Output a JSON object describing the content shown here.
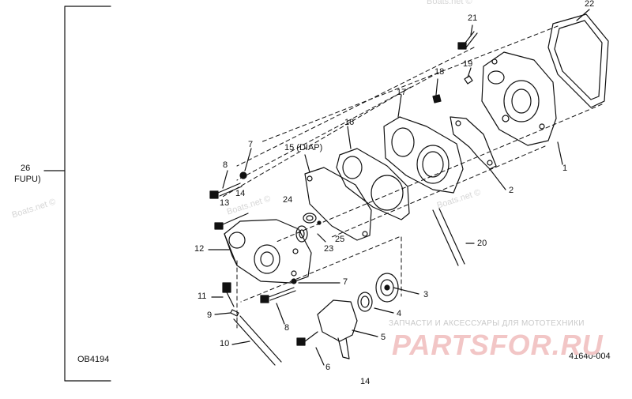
{
  "parts": {
    "p1": "1",
    "p2": "2",
    "p3": "3",
    "p4": "4",
    "p5": "5",
    "p6": "6",
    "p7a": "7",
    "p7b": "7",
    "p8a": "8",
    "p8b": "8",
    "p9": "9",
    "p10": "10",
    "p11": "11",
    "p12": "12",
    "p13": "13",
    "p14a": "14",
    "p14b": "14",
    "p15": "15 (DIAP)",
    "p16": "16",
    "p17": "17",
    "p18": "18",
    "p19": "19",
    "p20": "20",
    "p21": "21",
    "p22": "22",
    "p23": "23",
    "p24": "24",
    "p25": "25",
    "p26_num": "26",
    "p26_name": "FUPU)"
  },
  "codes": {
    "left": "OB4194",
    "right": "41640-004"
  },
  "watermarks": {
    "w1": "Boats.net ©",
    "w2": "Boats.net ©",
    "w3": "Boats.net ©",
    "w4": "Boats.net ©"
  },
  "banner": {
    "text": "ЗАПЧАСТИ И АКСЕССУАРЫ ДЛЯ МОТОТЕХНИКИ",
    "brand": "PARTSFOR.RU"
  },
  "colors": {
    "ink": "#111111",
    "watermark": "#d6d6d6",
    "brand": "#f2c6c6"
  }
}
